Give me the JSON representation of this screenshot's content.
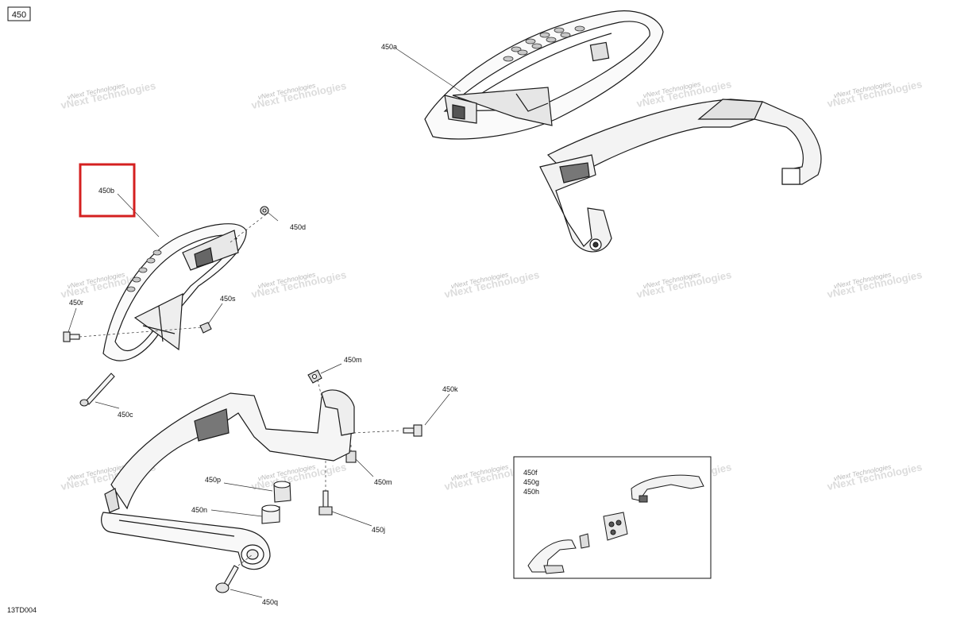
{
  "page_id": "450",
  "drawing_code": "13TD004",
  "watermark": {
    "line1": "vNext",
    "line2": "Technologies",
    "full": "vNext Technologies"
  },
  "callouts": {
    "a": "450a",
    "b": "450b",
    "c": "450c",
    "d": "450d",
    "fgh": [
      "450f",
      "450g",
      "450h"
    ],
    "j": "450j",
    "k": "450k",
    "m1": "450m",
    "m2": "450m",
    "n": "450n",
    "p": "450p",
    "q": "450q",
    "r": "450r",
    "s": "450s"
  },
  "highlight": {
    "target": "450b",
    "color": "#d42020"
  },
  "colors": {
    "line": "#1a1a1a",
    "shade": "#d6d6d6",
    "dark": "#555555"
  }
}
